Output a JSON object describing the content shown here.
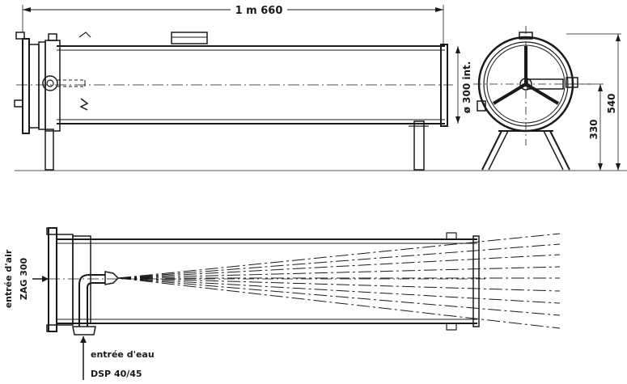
{
  "dimensions": {
    "length": "1 m 660",
    "diameter": "ø 300 int.",
    "height_support": "330",
    "height_total": "540"
  },
  "labels": {
    "air_inlet": "entrée d'air",
    "air_inlet_model": "ZAG 300",
    "water_inlet": "entrée d'eau",
    "water_inlet_model": "DSP 40/45"
  },
  "colors": {
    "ink": "#1a1a1a",
    "paper": "#ffffff"
  }
}
